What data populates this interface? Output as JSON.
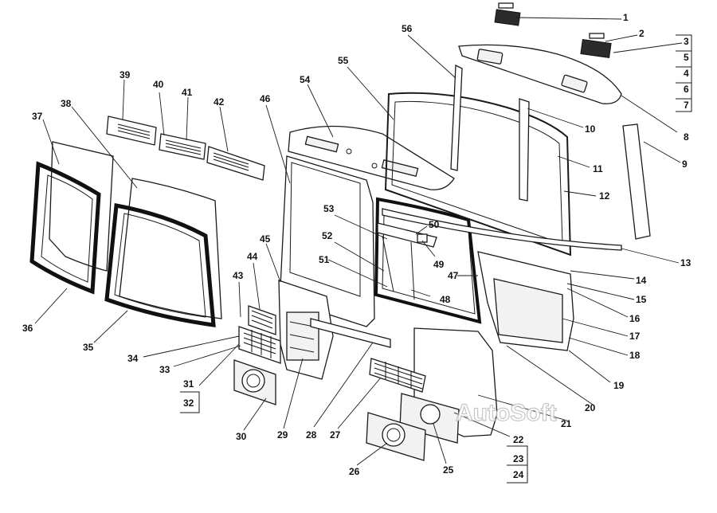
{
  "diagram": {
    "watermark": "AutoSoft",
    "callouts": [
      "1",
      "2",
      "3",
      "5",
      "4",
      "6",
      "7",
      "8",
      "9",
      "10",
      "11",
      "12",
      "13",
      "14",
      "15",
      "16",
      "17",
      "18",
      "19",
      "20",
      "21",
      "22",
      "23",
      "24",
      "25",
      "26",
      "27",
      "28",
      "29",
      "30",
      "31",
      "32",
      "33",
      "34",
      "35",
      "36",
      "37",
      "38",
      "39",
      "40",
      "41",
      "42",
      "43",
      "44",
      "45",
      "46",
      "47",
      "48",
      "49",
      "50",
      "51",
      "52",
      "53",
      "54",
      "55",
      "56"
    ],
    "colors": {
      "line": "#1a1a1a",
      "background": "#ffffff",
      "watermark_outline": "#bdbdbd"
    }
  }
}
